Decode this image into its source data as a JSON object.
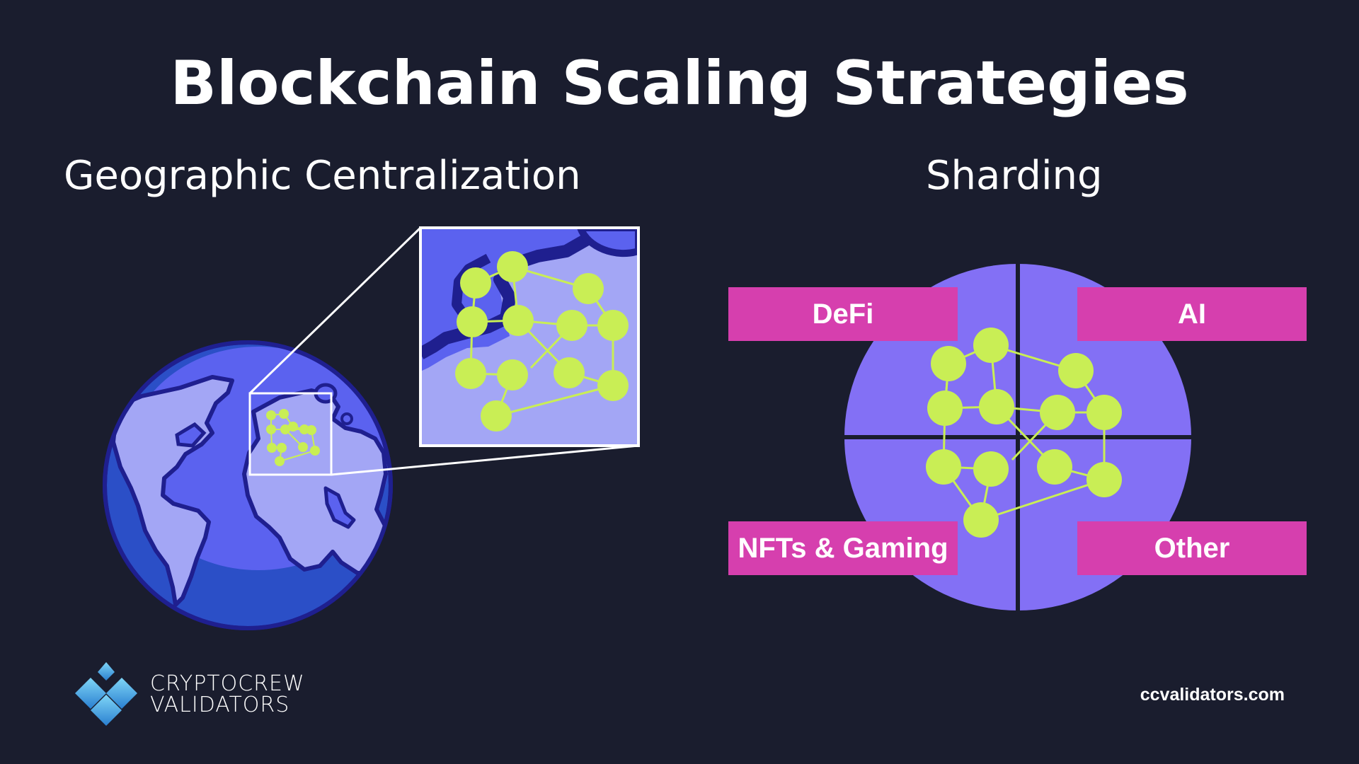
{
  "title": "Blockchain Scaling Strategies",
  "left_panel": {
    "heading": "Geographic Centralization"
  },
  "right_panel": {
    "heading": "Sharding",
    "shards": [
      "DeFi",
      "AI",
      "NFTs & Gaming",
      "Other"
    ]
  },
  "footer": {
    "brand_line1": "CRYPTOCREW",
    "brand_line2": "VALIDATORS",
    "website": "ccvalidators.com"
  },
  "colors": {
    "background": "#1a1d2e",
    "node": "#c9ee55",
    "shard_circle": "#8370f5",
    "label_box": "#d63fae",
    "globe_ocean": "#5b62ef",
    "globe_land": "#a3a6f5",
    "globe_outline": "#1f1f8f"
  }
}
